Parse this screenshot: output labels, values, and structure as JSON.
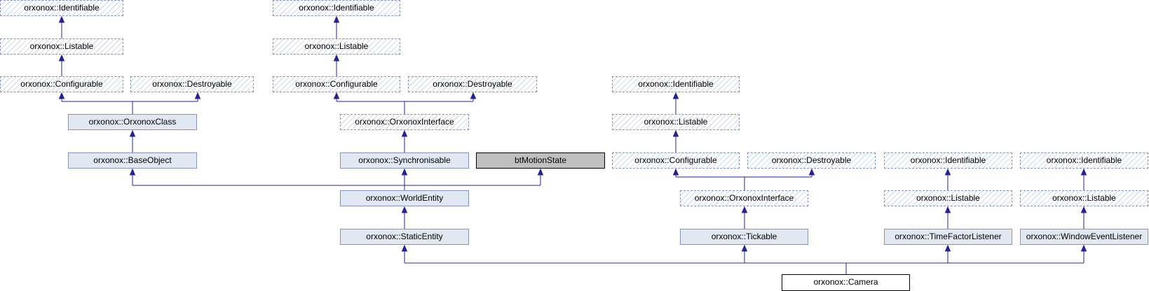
{
  "colors": {
    "edge": "#25238c",
    "solid_fill": "#e2e8f2",
    "solid_border": "#8494bd",
    "external_fill": "#bfbfbf"
  },
  "nodes": {
    "id1": "orxonox::Identifiable",
    "list1": "orxonox::Listable",
    "conf1": "orxonox::Configurable",
    "dest1": "orxonox::Destroyable",
    "oclass": "orxonox::OrxonoxClass",
    "base": "orxonox::BaseObject",
    "id2": "orxonox::Identifiable",
    "list2": "orxonox::Listable",
    "conf2": "orxonox::Configurable",
    "dest2": "orxonox::Destroyable",
    "oi2": "orxonox::OrxonoxInterface",
    "sync": "orxonox::Synchronisable",
    "bt": "btMotionState",
    "world": "orxonox::WorldEntity",
    "static": "orxonox::StaticEntity",
    "id3": "orxonox::Identifiable",
    "list3": "orxonox::Listable",
    "conf3": "orxonox::Configurable",
    "dest3": "orxonox::Destroyable",
    "oi3": "orxonox::OrxonoxInterface",
    "tick": "orxonox::Tickable",
    "id4": "orxonox::Identifiable",
    "list4": "orxonox::Listable",
    "tfl": "orxonox::TimeFactorListener",
    "id5": "orxonox::Identifiable",
    "list5": "orxonox::Listable",
    "wel": "orxonox::WindowEventListener",
    "camera": "orxonox::Camera"
  }
}
